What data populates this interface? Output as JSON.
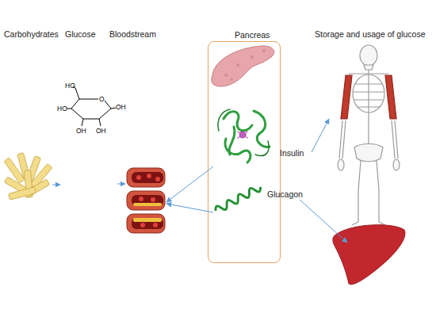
{
  "diagram": {
    "nodes": [
      {
        "text": [
          "Carbohydrates"
        ]
      },
      {
        "text": [
          "Glucose"
        ]
      },
      {
        "text": [
          "Bloodstream"
        ]
      },
      {
        "text": [
          "Pancreas"
        ]
      },
      {
        "text": [
          "Insulin"
        ],
        "in": 3
      },
      {
        "text": [
          "Glucagon"
        ],
        "in": 3
      },
      {
        "text": [
          "Storage and usage of glucose"
        ]
      }
    ],
    "edges": [
      {
        "from": 0,
        "to": 1,
        "arrow": "to"
      },
      {
        "from": 1,
        "to": 2,
        "arrow": "to"
      },
      {
        "from": 4,
        "to": 2,
        "arrow": "to"
      },
      {
        "from": 5,
        "to": 2,
        "arrow": "to"
      },
      {
        "from": 4,
        "to": 6,
        "arrow": "to"
      }
    ],
    "labels": [
      "HO",
      "O",
      "OH",
      "HO",
      "OH",
      "OH"
    ]
  }
}
